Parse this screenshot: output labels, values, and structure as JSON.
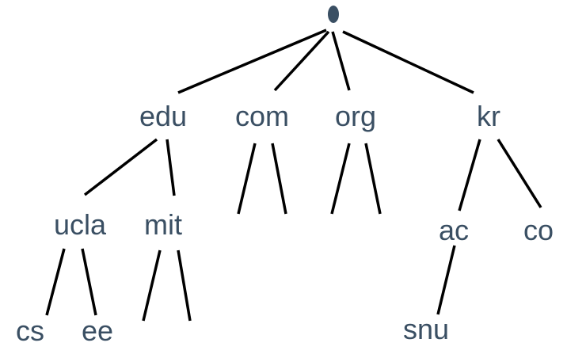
{
  "diagram": {
    "type": "dns-namespace-tree",
    "colors": {
      "label": "#3a4f63",
      "edge": "#000000",
      "root_dot": "#3a4f63",
      "background": "#ffffff"
    },
    "root": {
      "label": ""
    },
    "nodes": {
      "edu": "edu",
      "com": "com",
      "org": "org",
      "kr": "kr",
      "ucla": "ucla",
      "mit": "mit",
      "ac": "ac",
      "co": "co",
      "cs": "cs",
      "ee": "ee",
      "snu": "snu"
    }
  }
}
